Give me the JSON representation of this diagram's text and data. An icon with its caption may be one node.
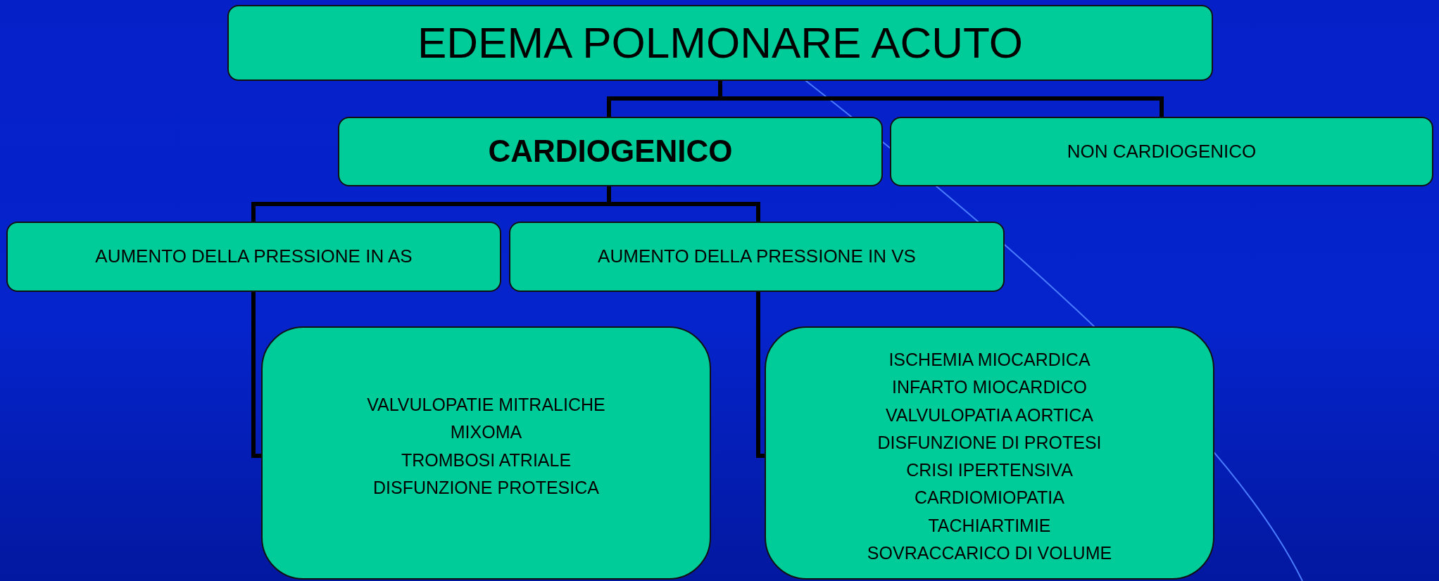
{
  "diagram": {
    "nodes": [
      {
        "text": [
          "EDEMA POLMONARE ACUTO"
        ]
      },
      {
        "text": [
          "CARDIOGENICO"
        ]
      },
      {
        "text": [
          "NON CARDIOGENICO"
        ]
      },
      {
        "text": [
          "AUMENTO DELLA PRESSIONE IN AS"
        ]
      },
      {
        "text": [
          "AUMENTO DELLA PRESSIONE IN VS"
        ]
      },
      {
        "text": [
          "VALVULOPATIE MITRALICHE",
          "MIXOMA",
          "TROMBOSI ATRIALE",
          "DISFUNZIONE PROTESICA"
        ]
      },
      {
        "text": [
          "ISCHEMIA MIOCARDICA",
          "INFARTO MIOCARDICO",
          "VALVULOPATIA AORTICA",
          "DISFUNZIONE DI PROTESI",
          "CRISI IPERTENSIVA",
          "CARDIOMIOPATIA",
          "TACHIARTIMIE",
          "SOVRACCARICO DI VOLUME"
        ]
      }
    ],
    "edges": [
      {
        "from": 0,
        "to": 1,
        "arrow": "none"
      },
      {
        "from": 0,
        "to": 2,
        "arrow": "none"
      },
      {
        "from": 1,
        "to": 3,
        "arrow": "none"
      },
      {
        "from": 1,
        "to": 4,
        "arrow": "none"
      },
      {
        "from": 3,
        "to": 5,
        "arrow": "none"
      },
      {
        "from": 4,
        "to": 6,
        "arrow": "none"
      }
    ]
  }
}
